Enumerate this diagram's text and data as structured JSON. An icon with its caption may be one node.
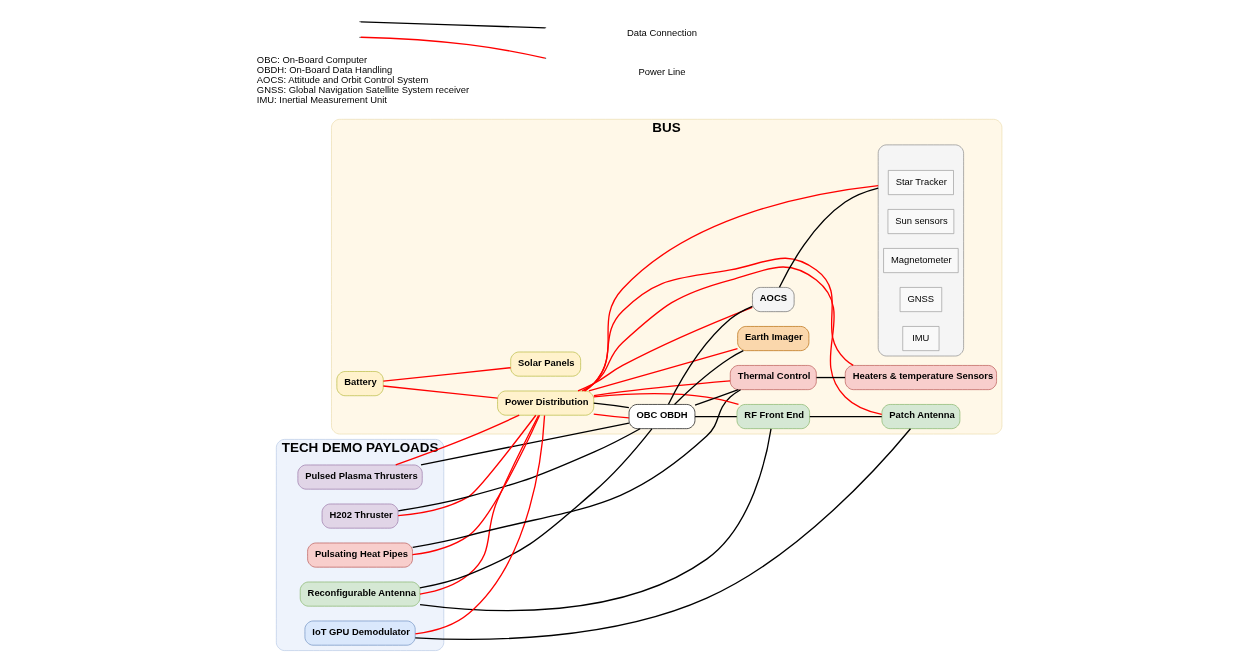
{
  "diagram": {
    "nodes": [
      {
        "text": [
          "TECH DEMO PAYLOADS"
        ]
      },
      {
        "text": [
          "Pulsed Plasma Thrusters"
        ],
        "in": 0
      },
      {
        "text": [
          "H202 Thruster"
        ],
        "in": 0
      },
      {
        "text": [
          "Reconfigurable Antenna"
        ],
        "in": 0
      },
      {
        "text": [
          "IoT GPU Demodulator"
        ],
        "in": 0
      },
      {
        "text": [
          "Pulsating Heat Pipes"
        ],
        "in": 0
      },
      {
        "text": [
          "BUS"
        ]
      },
      {
        "text": [
          "Battery"
        ],
        "in": 6
      },
      {
        "text": [
          "Solar Panels"
        ],
        "in": 6
      },
      {
        "text": [
          "Power Distribution"
        ],
        "in": 6
      },
      {
        "text": [],
        "shape": "box",
        "in": 6
      },
      {
        "text": [
          "Star Tracker"
        ],
        "in": 10
      },
      {
        "text": [
          "Sun sensors"
        ],
        "in": 10
      },
      {
        "text": [
          "Magnetometer"
        ],
        "in": 10
      },
      {
        "text": [
          "GNSS"
        ],
        "in": 10
      },
      {
        "text": [
          "IMU"
        ],
        "in": 10
      },
      {
        "text": [
          "OBC OBDH"
        ],
        "in": 6
      },
      {
        "text": [
          "AOCS"
        ],
        "in": 6
      },
      {
        "text": [
          "RF Front End"
        ],
        "in": 6
      },
      {
        "text": [
          "Patch Antenna"
        ],
        "in": 6
      },
      {
        "text": [
          "Thermal Control"
        ],
        "in": 6
      },
      {
        "text": [
          "Heaters & temperature Sensors"
        ],
        "in": 6
      },
      {
        "text": [
          "Earth Imager"
        ],
        "in": 6
      }
    ],
    "edges": [
      {
        "from": 1,
        "to": 16,
        "arrow": "none",
        "color": "#000000"
      },
      {
        "from": 2,
        "to": 16,
        "arrow": "none",
        "color": "#000000"
      },
      {
        "from": 3,
        "to": 16,
        "arrow": "none",
        "color": "#000000"
      },
      {
        "from": 3,
        "to": 18,
        "arrow": "none",
        "color": "#000000"
      },
      {
        "from": 16,
        "to": 18,
        "arrow": "none",
        "color": "#000000"
      },
      {
        "from": 18,
        "to": 19,
        "arrow": "none",
        "color": "#000000"
      },
      {
        "from": 4,
        "to": 19,
        "arrow": "none",
        "color": "#000000"
      },
      {
        "from": 5,
        "to": 20,
        "arrow": "none",
        "color": "#000000"
      },
      {
        "from": 16,
        "to": 9,
        "arrow": "none",
        "color": "#000000"
      },
      {
        "from": 16,
        "to": 17,
        "arrow": "none",
        "color": "#000000"
      },
      {
        "from": 17,
        "to": 10,
        "arrow": "none",
        "color": "#000000"
      },
      {
        "from": 16,
        "to": 20,
        "arrow": "none",
        "color": "#000000"
      },
      {
        "from": 20,
        "to": 21,
        "arrow": "none",
        "color": "#000000"
      },
      {
        "from": 16,
        "to": 22,
        "arrow": "none",
        "color": "#000000"
      },
      {
        "from": 7,
        "to": 8,
        "arrow": "none"
      },
      {
        "from": 7,
        "to": 9,
        "arrow": "none"
      },
      {
        "from": 1,
        "to": 9,
        "arrow": "none"
      },
      {
        "from": 2,
        "to": 9,
        "arrow": "none"
      },
      {
        "from": 3,
        "to": 9,
        "arrow": "none"
      },
      {
        "from": 4,
        "to": 9,
        "arrow": "none"
      },
      {
        "from": 5,
        "to": 9,
        "arrow": "none"
      },
      {
        "from": 9,
        "to": 10,
        "arrow": "none"
      },
      {
        "from": 9,
        "to": 17,
        "arrow": "none"
      },
      {
        "from": 9,
        "to": 16,
        "arrow": "none"
      },
      {
        "from": 9,
        "to": 18,
        "arrow": "none"
      },
      {
        "from": 9,
        "to": 19,
        "arrow": "none"
      },
      {
        "from": 9,
        "to": 22,
        "arrow": "none"
      },
      {
        "from": 9,
        "to": 20,
        "arrow": "none"
      },
      {
        "from": 9,
        "to": 21,
        "arrow": "none"
      }
    ],
    "labels": [
      "OBC: On-Board Computer",
      "OBDH: On-Board Data Handling",
      "AOCS: Attitude and Orbit Control System",
      "GNSS: Global Navigation Satellite System receiver",
      "IMU: Inertial Measurement Unit"
    ],
    "legend": [
      {
        "text": "Data Connection"
      },
      {
        "text": "Power Line"
      }
    ]
  }
}
